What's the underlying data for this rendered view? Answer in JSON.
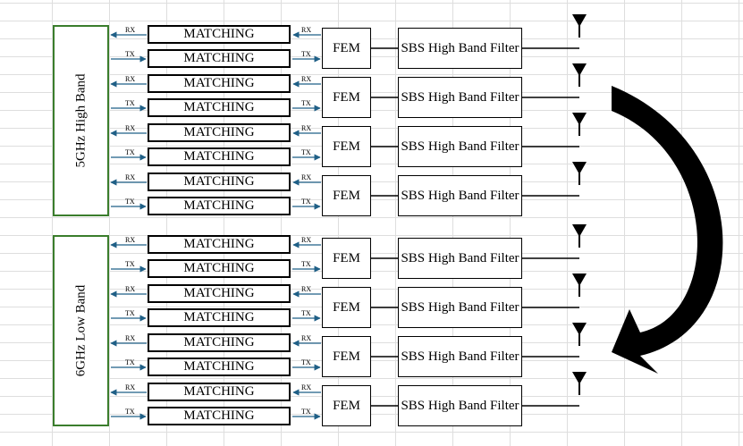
{
  "bands": [
    {
      "label": "5GHz High Band"
    },
    {
      "label": "6GHz Low Band"
    }
  ],
  "chain_labels": {
    "rx": "RX",
    "tx": "TX"
  },
  "blocks": {
    "matching": "MATCHING",
    "fem": "FEM",
    "filter": "SBS High Band Filter"
  },
  "chain_count_per_band": 4,
  "colors": {
    "band_border": "#3a7d2c",
    "signal_arrow": "#1f5f86",
    "block_border": "#000000",
    "grid": "#dedede"
  }
}
